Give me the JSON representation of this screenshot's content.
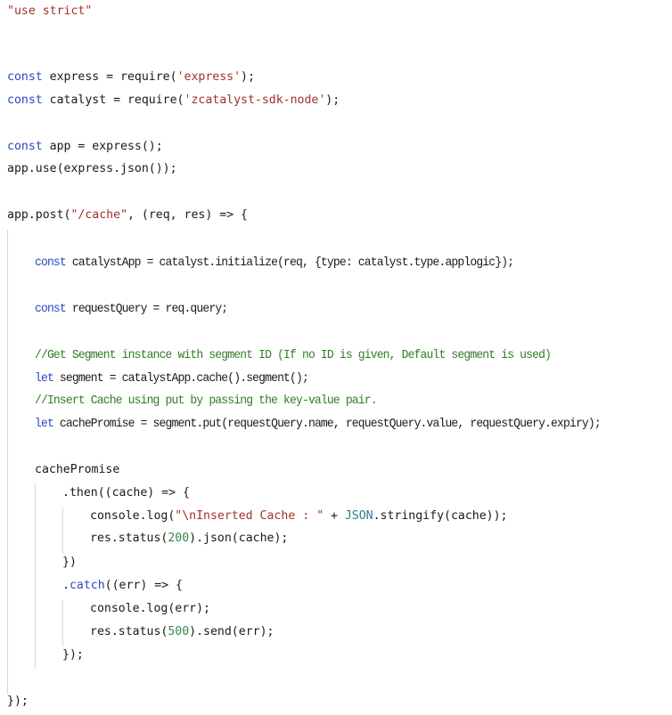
{
  "code": {
    "language": "javascript",
    "lines": [
      {
        "tokens": [
          {
            "t": "\"use strict\"",
            "c": "str"
          }
        ]
      },
      {
        "tokens": [
          {
            "t": "const",
            "c": "kw"
          },
          {
            "t": " express = require(",
            "c": ""
          },
          {
            "t": "'express'",
            "c": "str"
          },
          {
            "t": ");",
            "c": ""
          }
        ]
      },
      {
        "tokens": [
          {
            "t": "const",
            "c": "kw"
          },
          {
            "t": " catalyst = require(",
            "c": ""
          },
          {
            "t": "'zcatalyst-sdk-node'",
            "c": "str"
          },
          {
            "t": ");",
            "c": ""
          }
        ]
      },
      {
        "tokens": [
          {
            "t": "const",
            "c": "kw"
          },
          {
            "t": " app = express();",
            "c": ""
          }
        ]
      },
      {
        "tokens": [
          {
            "t": "app.use(express.json());",
            "c": ""
          }
        ]
      },
      {
        "tokens": [
          {
            "t": "app.post(",
            "c": ""
          },
          {
            "t": "\"/cache\"",
            "c": "str"
          },
          {
            "t": ", (req, res) => {",
            "c": ""
          }
        ]
      },
      {
        "tokens": [
          {
            "t": "const",
            "c": "kw"
          },
          {
            "t": " catalystApp = catalyst.initialize(req, {type: catalyst.type.applogic});",
            "c": ""
          }
        ]
      },
      {
        "tokens": [
          {
            "t": "const",
            "c": "kw"
          },
          {
            "t": " requestQuery = req.query;",
            "c": ""
          }
        ]
      },
      {
        "tokens": [
          {
            "t": "//Get Segment instance with segment ID (If no ID is given, Default segment is used)",
            "c": "cmt"
          }
        ]
      },
      {
        "tokens": [
          {
            "t": "let",
            "c": "kw"
          },
          {
            "t": " segment = catalystApp.cache().segment();",
            "c": ""
          }
        ]
      },
      {
        "tokens": [
          {
            "t": "//Insert Cache using put by passing the key-value pair.",
            "c": "cmt"
          }
        ]
      },
      {
        "tokens": [
          {
            "t": "let",
            "c": "kw"
          },
          {
            "t": " cachePromise = segment.put(requestQuery.name, requestQuery.value, requestQuery.expiry);",
            "c": ""
          }
        ]
      },
      {
        "tokens": [
          {
            "t": "cachePromise",
            "c": ""
          }
        ]
      },
      {
        "tokens": [
          {
            "t": ".then((cache) => {",
            "c": ""
          }
        ]
      },
      {
        "tokens": [
          {
            "t": "console.log(",
            "c": ""
          },
          {
            "t": "\"\\nInserted Cache : \"",
            "c": "str"
          },
          {
            "t": " + ",
            "c": ""
          },
          {
            "t": "JSON",
            "c": "typ"
          },
          {
            "t": ".stringify(cache));",
            "c": ""
          }
        ]
      },
      {
        "tokens": [
          {
            "t": "res.status(",
            "c": ""
          },
          {
            "t": "200",
            "c": "num"
          },
          {
            "t": ").json(cache);",
            "c": ""
          }
        ]
      },
      {
        "tokens": [
          {
            "t": "})",
            "c": ""
          }
        ]
      },
      {
        "tokens": [
          {
            "t": ".",
            "c": ""
          },
          {
            "t": "catch",
            "c": "kw"
          },
          {
            "t": "((err) => {",
            "c": ""
          }
        ]
      },
      {
        "tokens": [
          {
            "t": "console.log(err);",
            "c": ""
          }
        ]
      },
      {
        "tokens": [
          {
            "t": "res.status(",
            "c": ""
          },
          {
            "t": "500",
            "c": "num"
          },
          {
            "t": ").send(err);",
            "c": ""
          }
        ]
      },
      {
        "tokens": [
          {
            "t": "});",
            "c": ""
          }
        ]
      },
      {
        "tokens": [
          {
            "t": "});",
            "c": ""
          }
        ]
      }
    ]
  }
}
